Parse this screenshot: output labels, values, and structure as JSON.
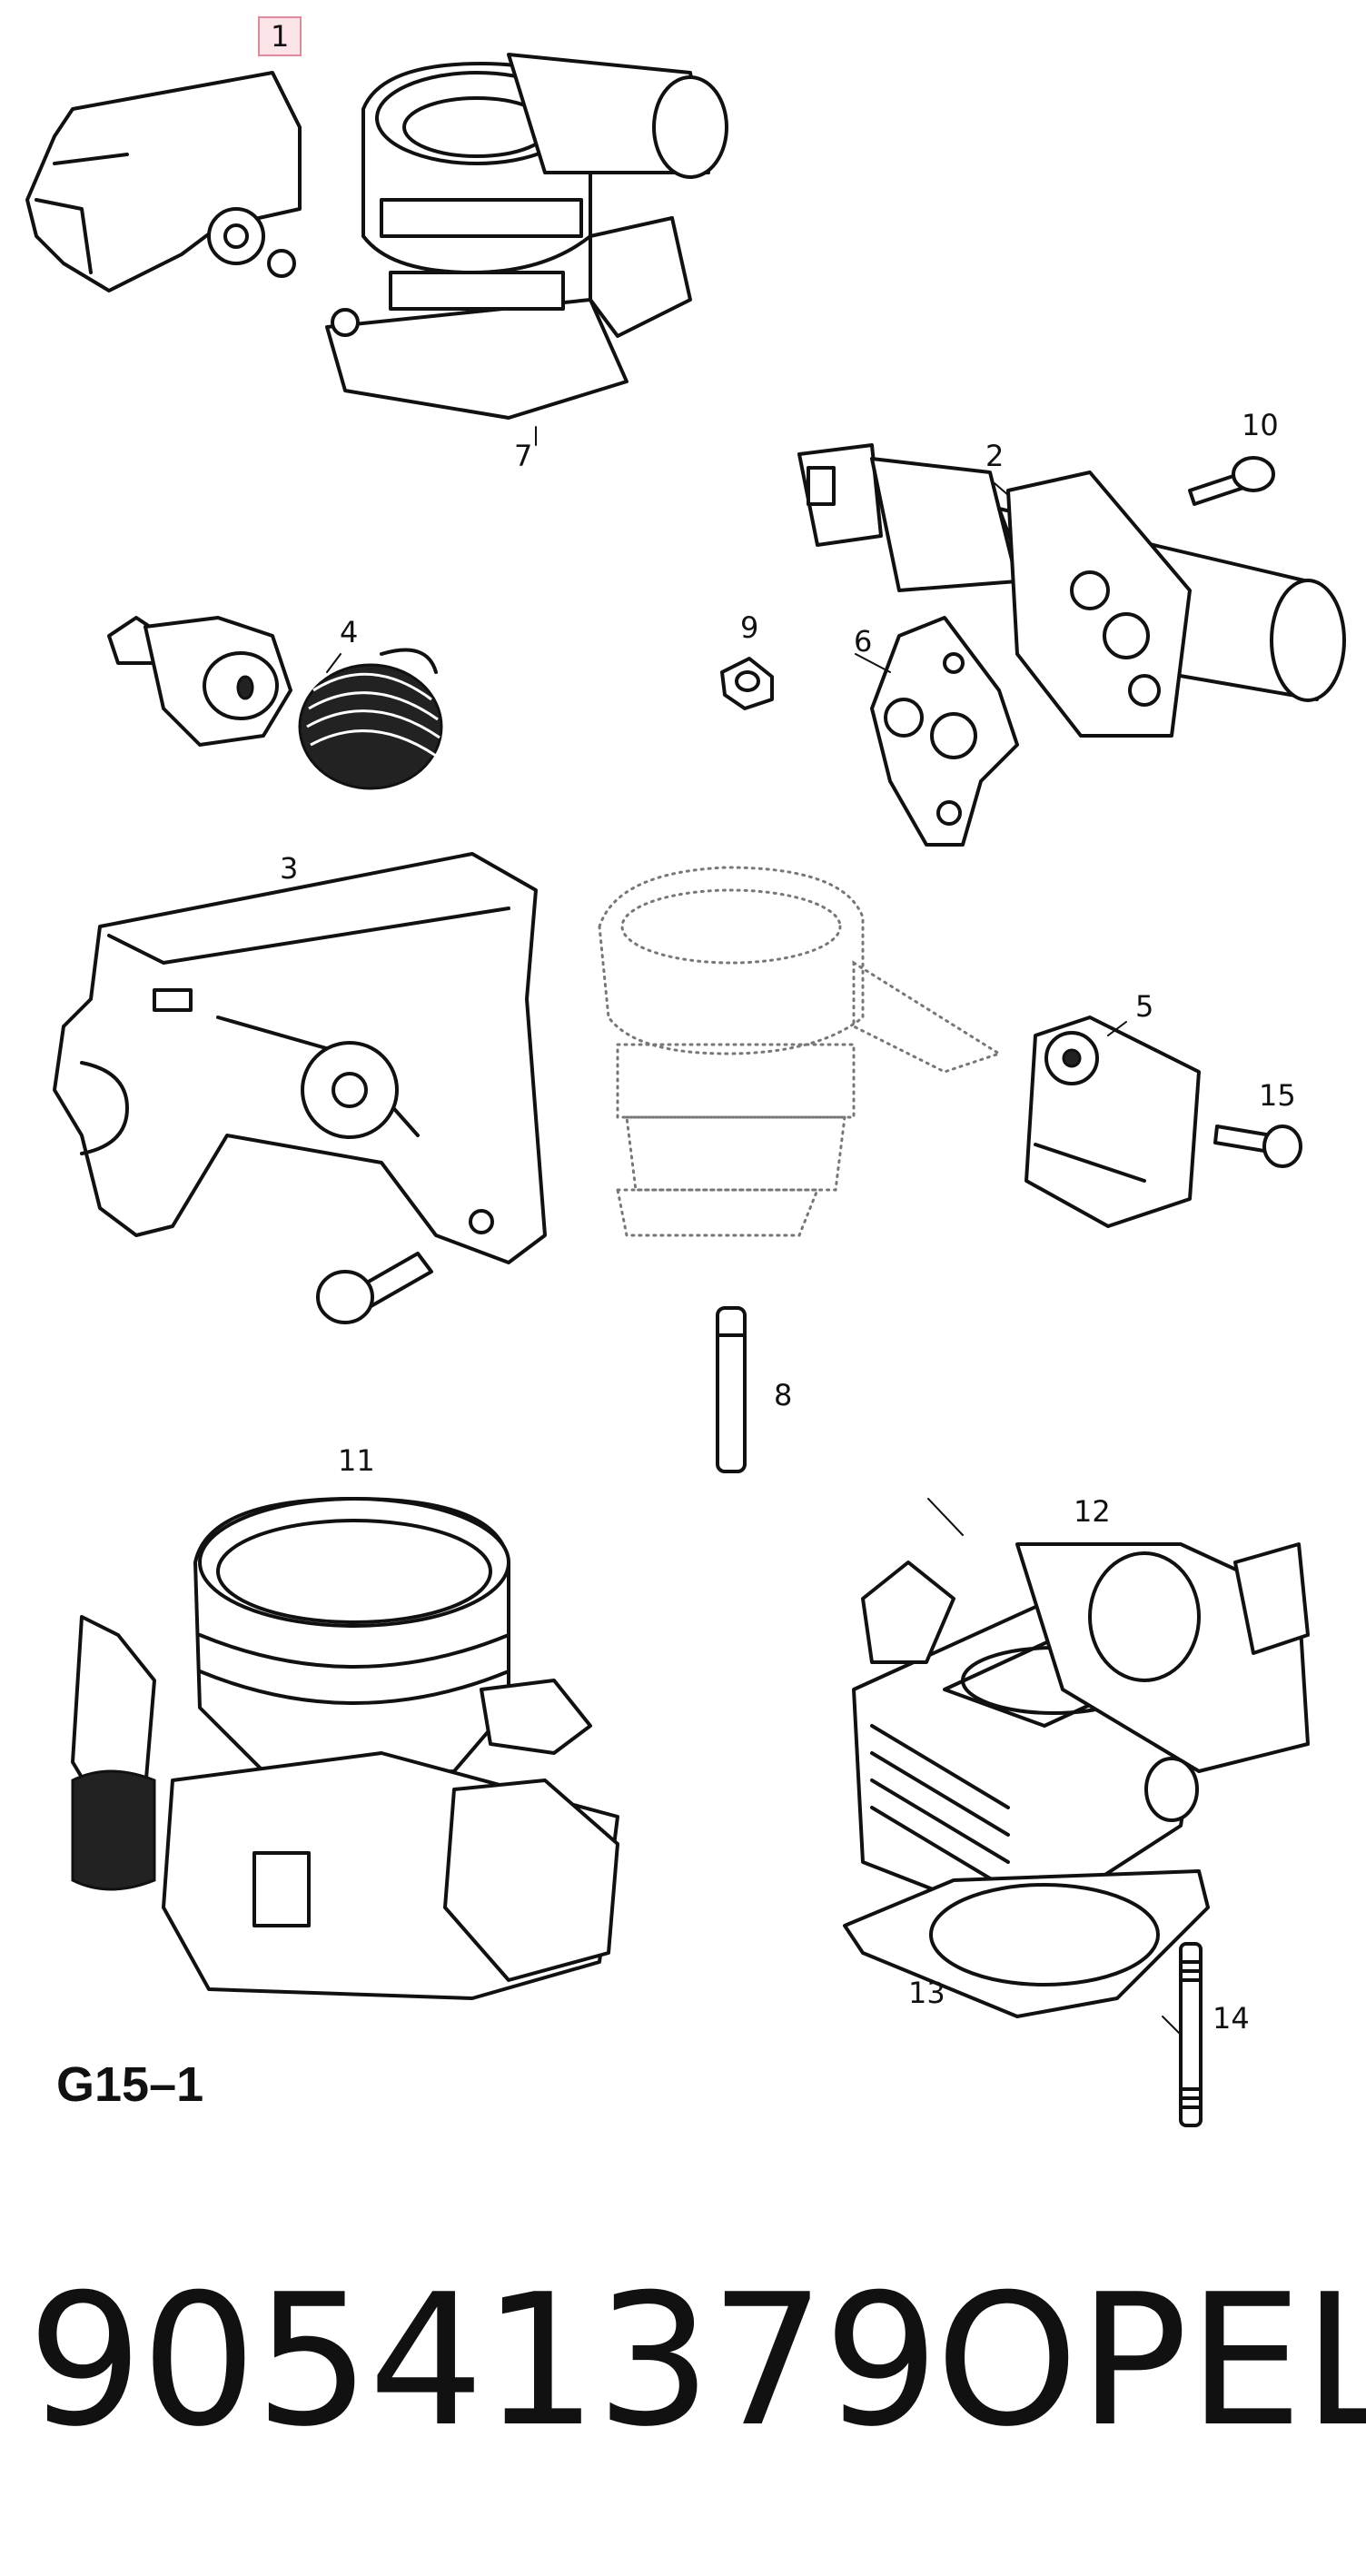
{
  "callouts": {
    "c1": "1",
    "c2": "2",
    "c3": "3",
    "c4": "4",
    "c5": "5",
    "c6": "6",
    "c7": "7",
    "c8": "8",
    "c9": "9",
    "c10": "10",
    "c11": "11",
    "c12": "12",
    "c13": "13",
    "c14": "14",
    "c15": "15"
  },
  "figure_code": "G15–1",
  "part_number": "90541379",
  "brand": "OPEL",
  "colors": {
    "highlight_fill": "#fbe4e8",
    "highlight_border": "#e08a9a",
    "ink": "#111111"
  }
}
